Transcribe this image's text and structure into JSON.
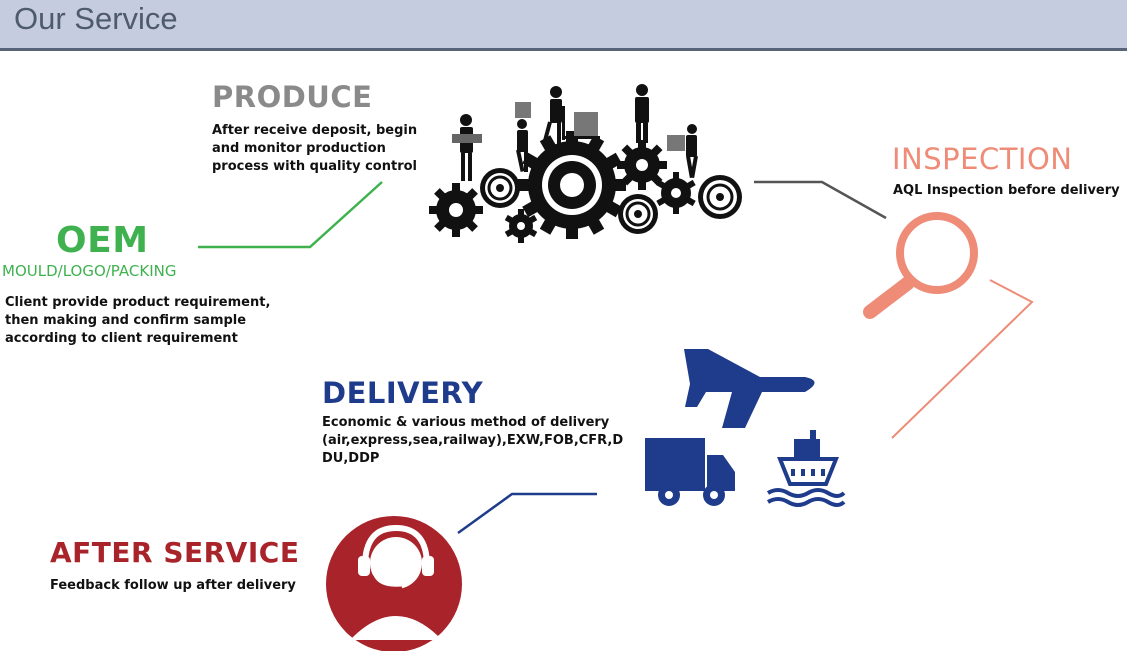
{
  "header": {
    "title": "Our Service"
  },
  "steps": {
    "produce": {
      "title": "PRODUCE",
      "line1": "After receive deposit, begin",
      "line2": "and monitor production",
      "line3": "process with quality control",
      "color": "#8a8a8a"
    },
    "oem": {
      "title": "OEM",
      "subtitle": "MOULD/LOGO/PACKING",
      "line1": "Client provide product requirement,",
      "line2": "then making and confirm sample",
      "line3": "according to client requirement",
      "color": "#3fb24f"
    },
    "inspection": {
      "title": "INSPECTION",
      "line1": "AQL Inspection before delivery",
      "color": "#ee8c78"
    },
    "delivery": {
      "title": "DELIVERY",
      "line1": "Economic & various method of delivery",
      "line2": "(air,express,sea,railway),EXW,FOB,CFR,D",
      "line3": "DU,DDP",
      "color": "#1f3c8c"
    },
    "after_service": {
      "title": "AFTER SERVICE",
      "line1": "Feedback follow up after delivery",
      "color": "#a9232a"
    }
  },
  "icons": [
    "gears-workers-icon",
    "magnifier-icon",
    "airplane-icon",
    "truck-icon",
    "ship-icon",
    "headset-agent-icon"
  ]
}
